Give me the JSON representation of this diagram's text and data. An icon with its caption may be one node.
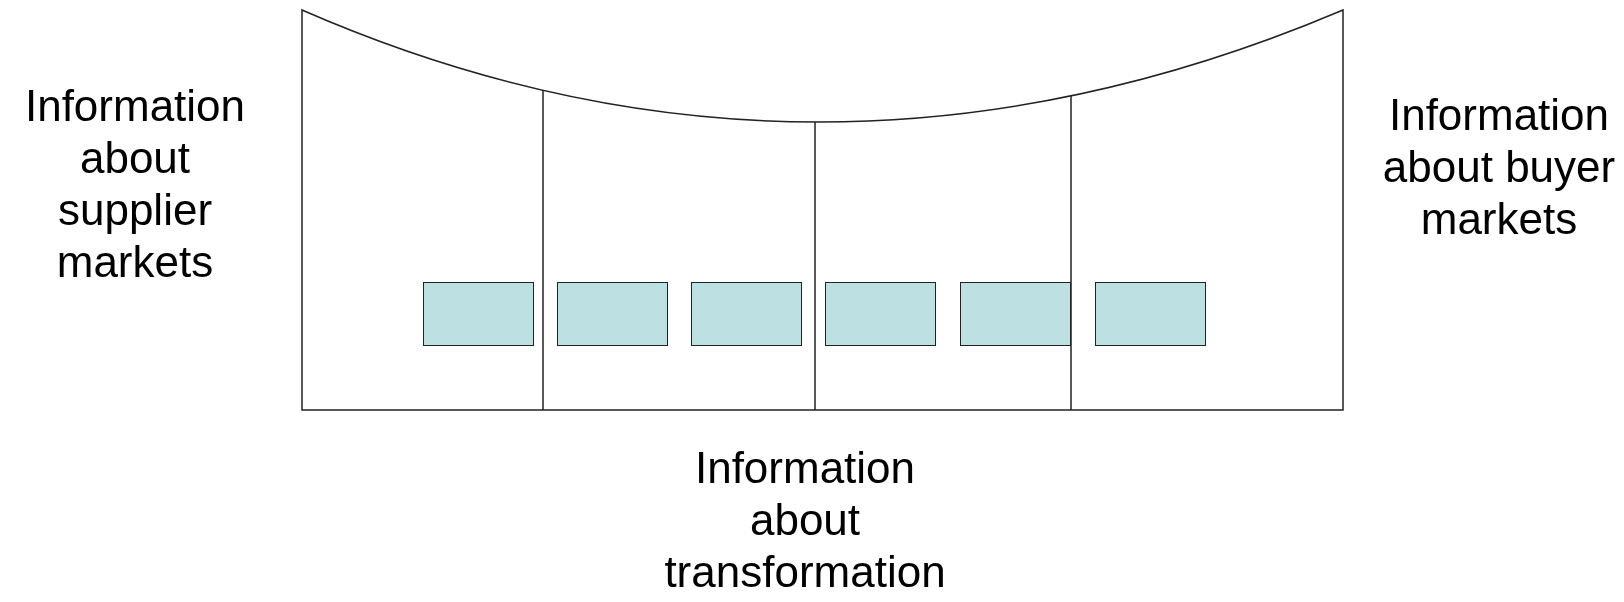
{
  "diagram": {
    "nodes": [
      {
        "text": [],
        "shape": "box"
      },
      {
        "text": [],
        "shape": "box",
        "in": 0
      },
      {
        "text": [],
        "shape": "box",
        "in": 0
      },
      {
        "text": [],
        "shape": "box",
        "in": 0
      },
      {
        "text": [],
        "shape": "box",
        "in": 0
      },
      {
        "text": [],
        "shape": "box",
        "in": 0
      },
      {
        "text": [],
        "shape": "box",
        "in": 0
      }
    ],
    "labels": [
      "Information about supplier markets",
      "Information about buyer markets",
      "Information about transformation"
    ]
  }
}
